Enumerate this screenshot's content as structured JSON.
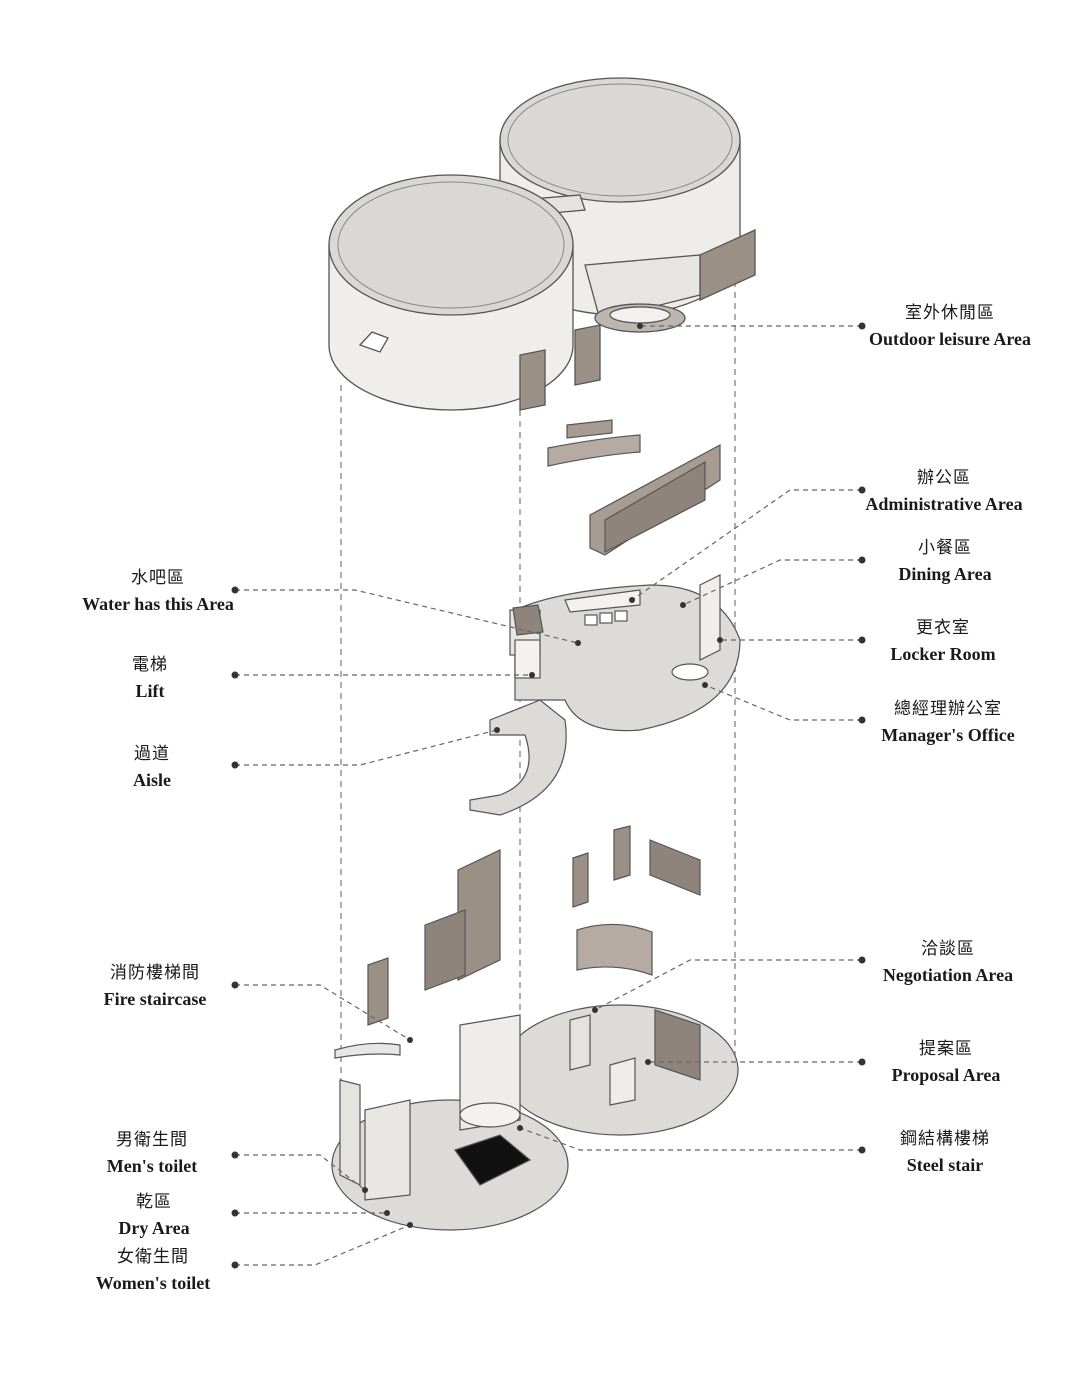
{
  "labels": {
    "outdoor": {
      "zh": "室外休閒區",
      "en": "Outdoor leisure Area"
    },
    "admin": {
      "zh": "辦公區",
      "en": "Administrative Area"
    },
    "dining": {
      "zh": "小餐區",
      "en": "Dining Area"
    },
    "locker": {
      "zh": "更衣室",
      "en": "Locker Room"
    },
    "manager": {
      "zh": "總經理辦公室",
      "en": "Manager's Office"
    },
    "water": {
      "zh": "水吧區",
      "en": "Water has this Area"
    },
    "lift": {
      "zh": "電梯",
      "en": "Lift"
    },
    "aisle": {
      "zh": "過道",
      "en": "Aisle"
    },
    "fire": {
      "zh": "消防樓梯間",
      "en": "Fire staircase"
    },
    "negotiate": {
      "zh": "洽談區",
      "en": "Negotiation Area"
    },
    "proposal": {
      "zh": "提案區",
      "en": "Proposal Area"
    },
    "steel": {
      "zh": "鋼結構樓梯",
      "en": "Steel stair"
    },
    "mens": {
      "zh": "男衛生間",
      "en": "Men's toilet"
    },
    "dry": {
      "zh": "乾區",
      "en": "Dry Area"
    },
    "womens": {
      "zh": "女衛生間",
      "en": "Women's toilet"
    }
  },
  "colors": {
    "roof": "#d9d8d6",
    "wall": "#efeeec",
    "wall_shade": "#e2e1de",
    "floor": "#dcdbd8",
    "partition": "#9b9086",
    "partition_dark": "#7a6f66",
    "line": "#555555",
    "leader": "#666666"
  }
}
